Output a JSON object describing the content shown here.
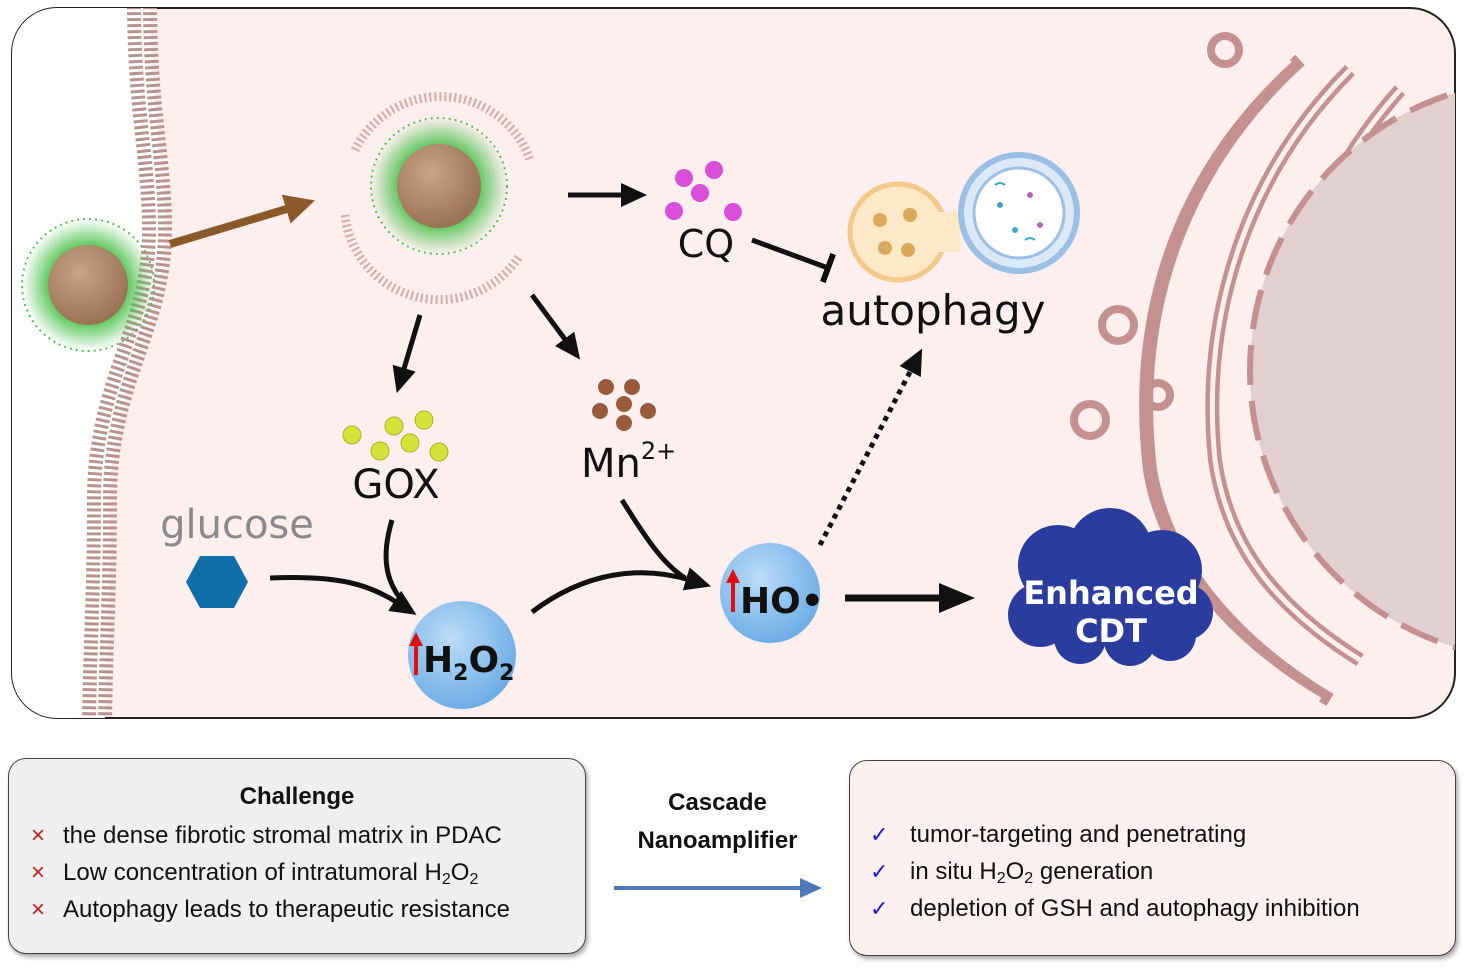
{
  "diagram": {
    "labels": {
      "cq": "CQ",
      "autophagy": "autophagy",
      "gox": "GOX",
      "mn": "Mn",
      "mn_charge": "2+",
      "glucose": "glucose",
      "h": "H",
      "h_sub": "2",
      "o": "O",
      "o_sub": "2",
      "ho": "HO•",
      "enhanced": "Enhanced",
      "cdt": "CDT"
    },
    "colors": {
      "cell_fill": "#fcefee",
      "membrane": "#b89490",
      "nanoparticle_core": "#b08a6e",
      "nanoparticle_fringe": "#4ec24e",
      "cq_dots": "#d94fd9",
      "gox_dots": "#d5e23a",
      "mn_dots": "#9a5a3c",
      "glucose_hexagon": "#0f6fa8",
      "bubble": "#7ab8ea",
      "red_arrow": "#e01010",
      "cdt_cloud": "#2a3d9e",
      "organelle": "#c49090"
    }
  },
  "challenge": {
    "title": "Challenge",
    "items": [
      {
        "mark": "×",
        "text": "the dense fibrotic stromal matrix in PDAC"
      },
      {
        "mark": "×",
        "pre": "Low concentration of intratumoral H",
        "sub1": "2",
        "mid": "O",
        "sub2": "2"
      },
      {
        "mark": "×",
        "text": "Autophagy leads to therapeutic resistance"
      }
    ]
  },
  "cascade": {
    "line1": "Cascade",
    "line2": "Nanoamplifier",
    "arrow_color": "#4a78b8"
  },
  "benefits": {
    "items": [
      {
        "mark": "✓",
        "text": "tumor-targeting and penetrating"
      },
      {
        "mark": "✓",
        "pre": "in situ H",
        "sub1": "2",
        "mid": "O",
        "sub2": "2",
        "post": " generation"
      },
      {
        "mark": "✓",
        "text": "depletion of GSH and autophagy inhibition"
      }
    ]
  }
}
